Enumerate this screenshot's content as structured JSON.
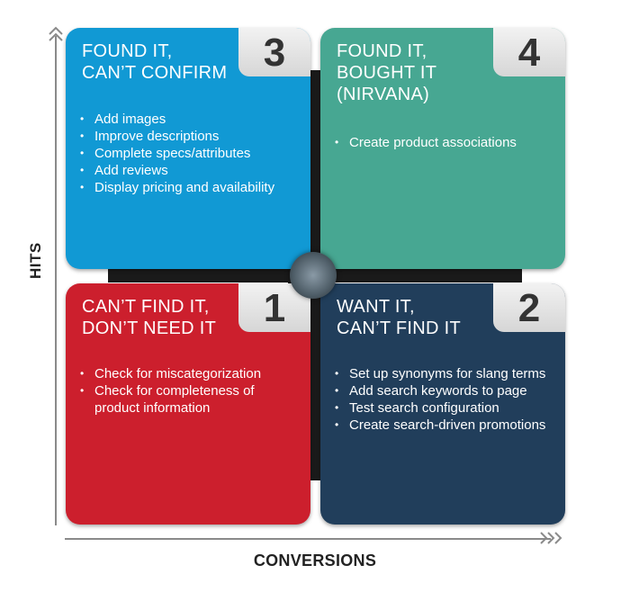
{
  "axes": {
    "y_label": "HITS",
    "x_label": "CONVERSIONS"
  },
  "colors": {
    "q3": "#1199d4",
    "q4": "#47a792",
    "q1": "#cc1f2d",
    "q2": "#213e5b",
    "badge": "#e6e6e6",
    "cross": "#1a1a1a"
  },
  "quadrants": {
    "q3": {
      "number": "3",
      "title": "FOUND IT,\nCAN’T CONFIRM",
      "items": [
        "Add images",
        "Improve descriptions",
        "Complete specs/attributes",
        "Add reviews",
        "Display pricing and availability"
      ]
    },
    "q4": {
      "number": "4",
      "title": "FOUND IT,\nBOUGHT IT\n(NIRVANA)",
      "items": [
        "Create product associations"
      ]
    },
    "q1": {
      "number": "1",
      "title": "CAN’T FIND IT,\nDON’T NEED IT",
      "items": [
        "Check for miscategorization",
        "Check for completeness of product information"
      ]
    },
    "q2": {
      "number": "2",
      "title": "WANT IT,\nCAN’T FIND IT",
      "items": [
        "Set up synonyms for slang terms",
        "Add search keywords to page",
        "Test search configuration",
        "Create search-driven promotions"
      ]
    }
  }
}
